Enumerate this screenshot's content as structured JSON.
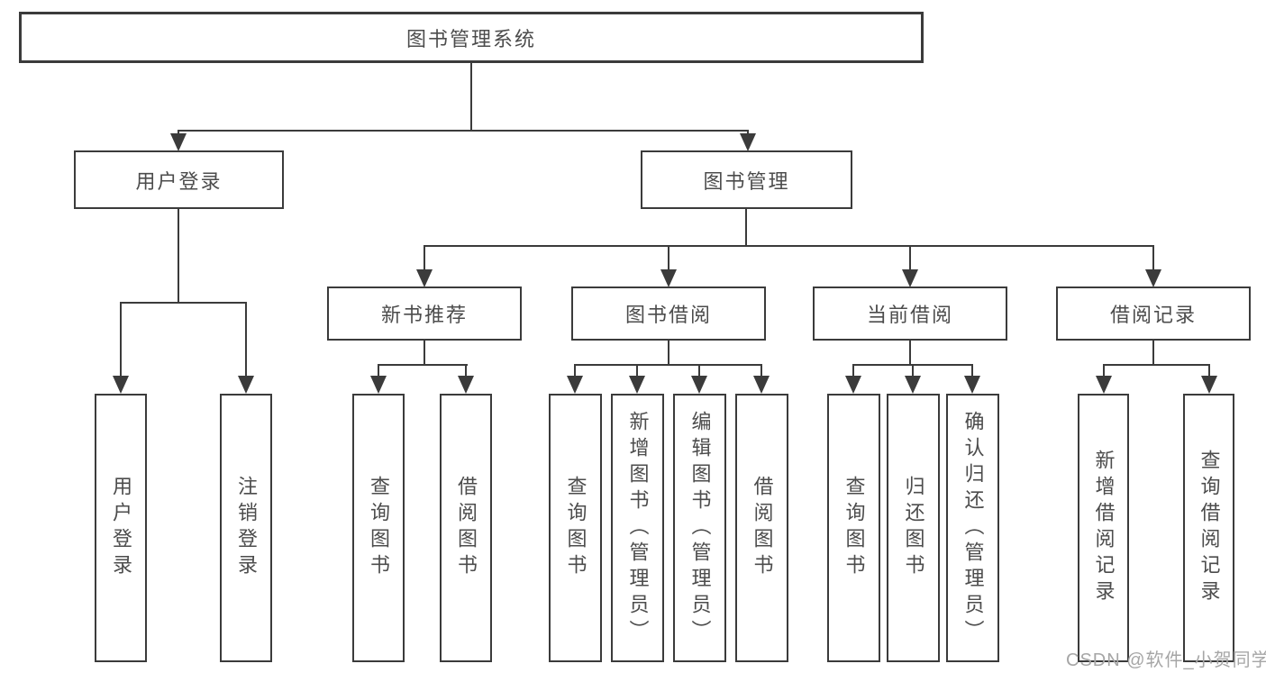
{
  "tree": {
    "root": "图书管理系统",
    "branches": [
      {
        "label": "用户登录",
        "leaves": [
          "用户登录",
          "注销登录"
        ]
      },
      {
        "label": "图书管理",
        "groups": [
          {
            "label": "新书推荐",
            "leaves": [
              "查询图书",
              "借阅图书"
            ]
          },
          {
            "label": "图书借阅",
            "leaves": [
              "查询图书",
              "新增图书（管理员）",
              "编辑图书（管理员）",
              "借阅图书"
            ]
          },
          {
            "label": "当前借阅",
            "leaves": [
              "查询图书",
              "归还图书",
              "确认归还（管理员）"
            ]
          },
          {
            "label": "借阅记录",
            "leaves": [
              "新增借阅记录",
              "查询借阅记录"
            ]
          }
        ]
      }
    ]
  },
  "watermark": {
    "text": "CSDN @软件_小贺同学"
  },
  "colors": {
    "line": "#3b3b3b",
    "box_border": "#3b3b3b",
    "box_fill": "#ffffff",
    "text": "#4c4c4c",
    "background": "#ffffff",
    "watermark": "#a6a6a6"
  }
}
